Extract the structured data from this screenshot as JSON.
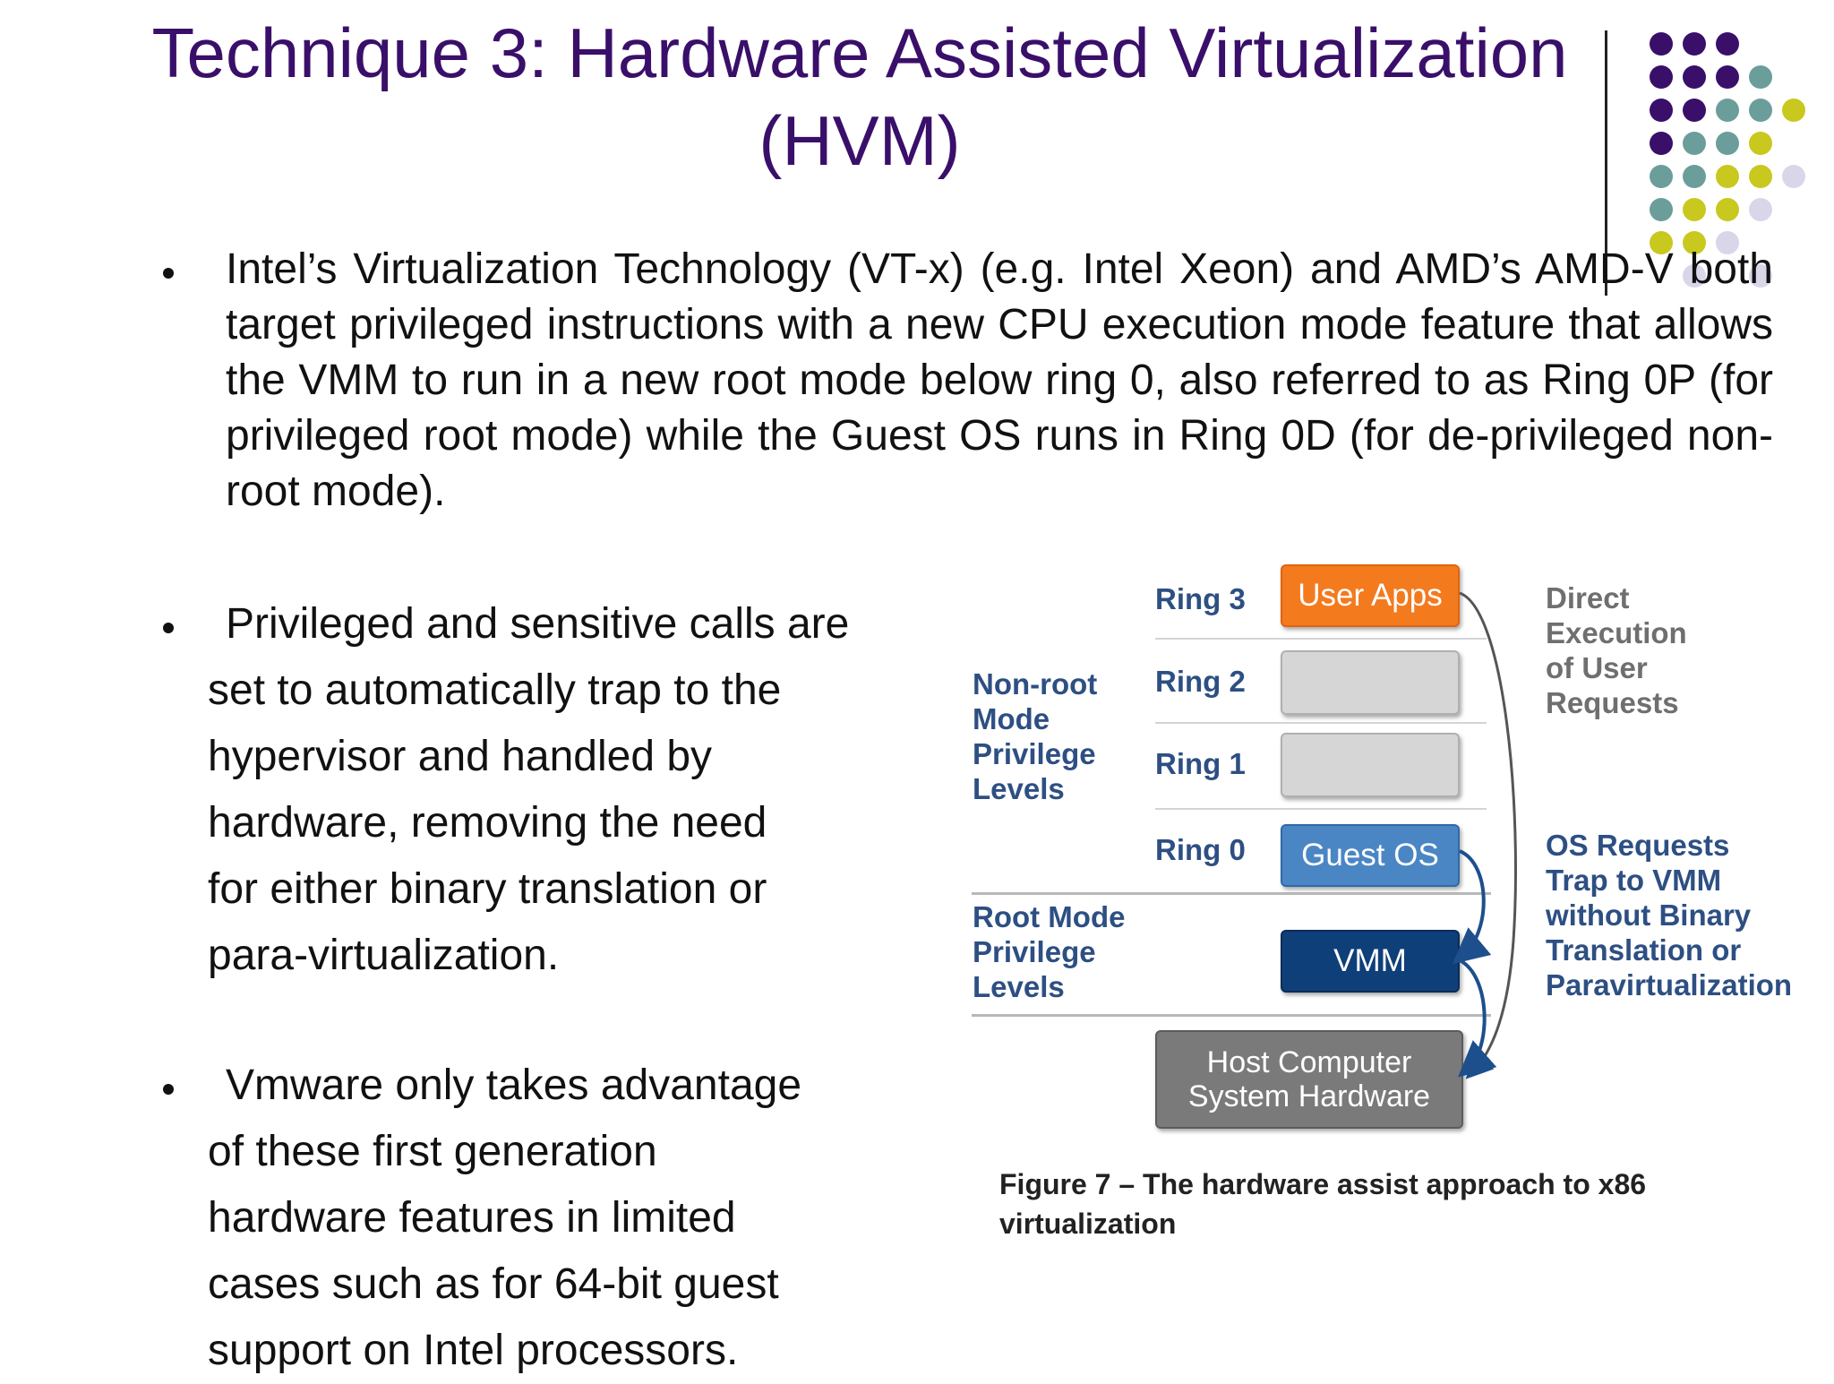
{
  "slide": {
    "title_line1": "Technique 3: Hardware Assisted Virtualization",
    "title_line2": "(HVM)",
    "bullet1": "Intel’s Virtualization Technology (VT-x) (e.g. Intel Xeon) and AMD’s AMD-V both target privileged instructions with a new CPU execution mode feature that allows the VMM to run in a new root mode below ring 0, also referred to as Ring 0P (for privileged root mode) while the Guest OS runs in Ring 0D (for de-privileged non-root mode).",
    "bullet2_lines": [
      "Privileged and sensitive calls are",
      "set to automatically trap to the",
      "hypervisor and handled by",
      "hardware, removing the need",
      "for either binary translation or",
      "para-virtualization."
    ],
    "bullet3_lines": [
      "Vmware only takes advantage",
      "of these first generation",
      "hardware features in limited",
      "cases such as for 64-bit guest",
      "support on Intel processors."
    ]
  },
  "diagram": {
    "rings": [
      "Ring 3",
      "Ring 2",
      "Ring 1",
      "Ring 0"
    ],
    "box_user_apps": "User Apps",
    "box_guest_os": "Guest OS",
    "box_vmm": "VMM",
    "box_host_line1": "Host Computer",
    "box_host_line2": "System Hardware",
    "nonroot_lines": [
      "Non-root",
      "Mode",
      "Privilege",
      "Levels"
    ],
    "root_lines": [
      "Root Mode",
      "Privilege",
      "Levels"
    ],
    "direct_lines": [
      "Direct",
      "Execution",
      "of User",
      "Requests"
    ],
    "os_lines": [
      "OS Requests",
      "Trap to VMM",
      "without Binary",
      "Translation or",
      "Paravirtualization"
    ],
    "caption_line1": "Figure 7 – The hardware assist approach to x86",
    "caption_line2": "virtualization"
  },
  "theme": {
    "title_color": "#3a0f6a",
    "dot_purple": "#3a0f6a",
    "dot_teal": "#6b9e9b",
    "dot_olive": "#c8c81e",
    "dot_lavender": "#d9d6ea"
  }
}
